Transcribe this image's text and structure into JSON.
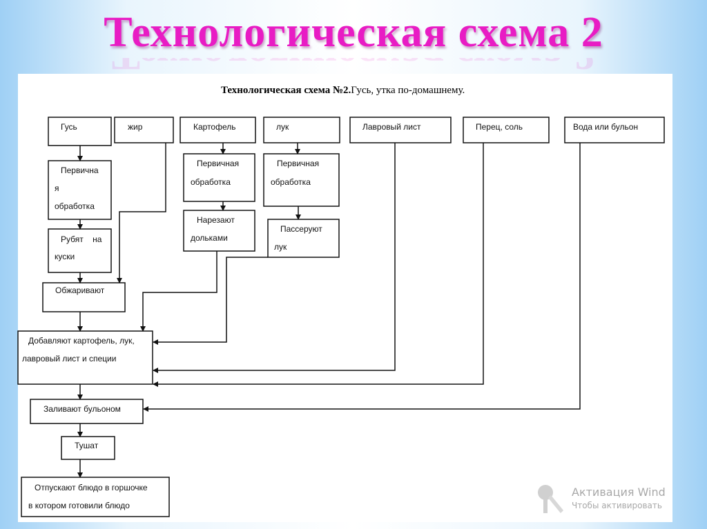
{
  "slide": {
    "title": "Технологическая схема 2"
  },
  "diagram": {
    "heading_bold": "Технологическая схема №2.",
    "heading_normal": "Гусь, утка по-домашнему.",
    "inputs": {
      "goose": "Гусь",
      "fat": "жир",
      "potato": "Картофель",
      "onion": "лук",
      "bay_leaf": "Лавровый лист",
      "pepper_salt": "Перец, соль",
      "water_broth": "Вода или бульон"
    },
    "steps": {
      "goose_primary": [
        "Первична",
        "я",
        "обработка"
      ],
      "chop": [
        "Рубят    на",
        "куски"
      ],
      "fry": "Обжаривают",
      "potato_primary": [
        "Первичная",
        "обработка"
      ],
      "potato_cut": [
        "Нарезают",
        "дольками"
      ],
      "onion_primary": [
        "Первичная",
        "обработка"
      ],
      "onion_saute": [
        "Пассеруют",
        "лук"
      ],
      "add": [
        "Добавляют картофель, лук,",
        "лавровый лист и специи"
      ],
      "pour": "Заливают бульоном",
      "stew": "Тушат",
      "serve": [
        "Отпускают блюдо в горшочке",
        "в котором готовили блюдо"
      ]
    }
  },
  "watermark": {
    "title": "Активация Wind",
    "subtitle": "Чтобы активировать"
  }
}
